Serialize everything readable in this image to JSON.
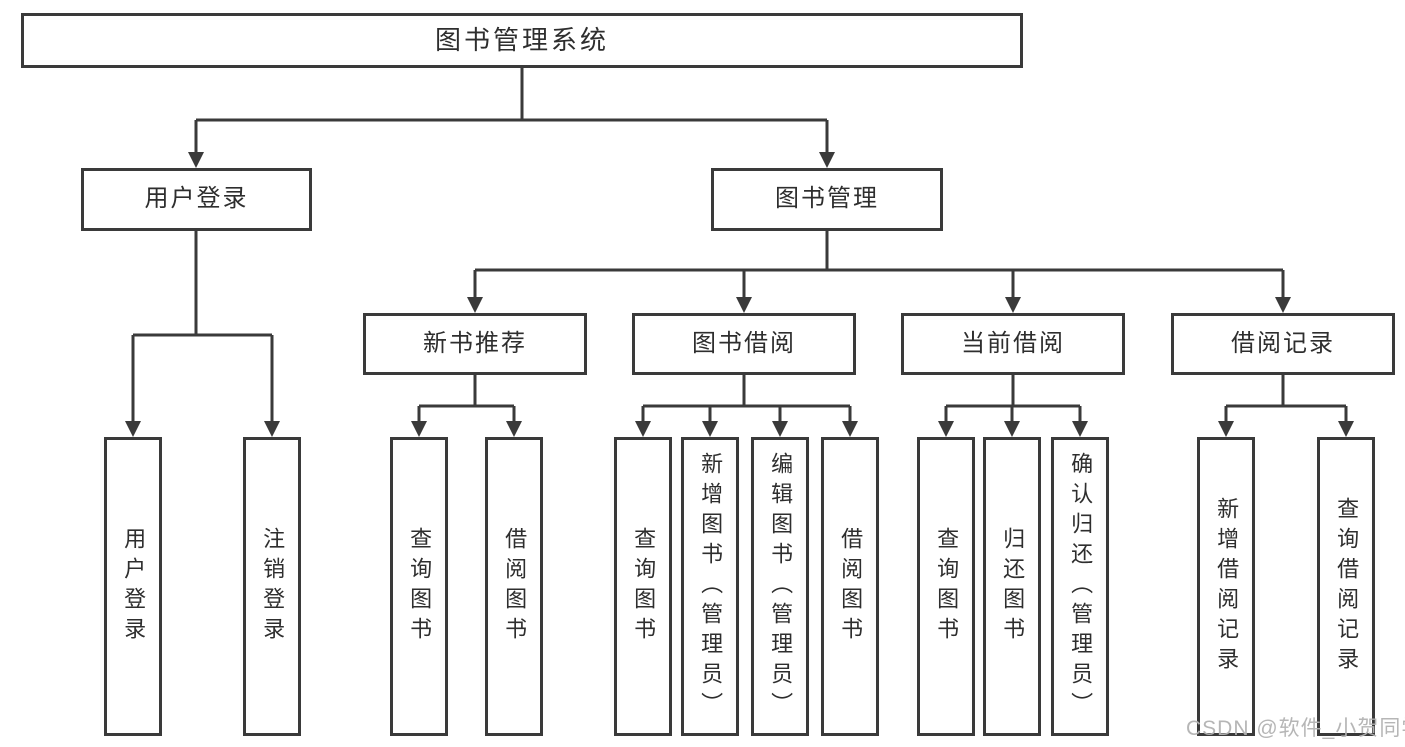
{
  "colors": {
    "line": "#3a3a3a",
    "box_border": "#3a3a3a",
    "text": "#2e2e2e",
    "background": "#ffffff",
    "watermark": "#b2b2b2"
  },
  "watermark": "CSDN @软件_小贺同学",
  "tree": {
    "root": {
      "label": "图书管理系统"
    },
    "branches": [
      {
        "label": "用户登录",
        "leaves": [
          {
            "label": "用户登录"
          },
          {
            "label": "注销登录"
          }
        ]
      },
      {
        "label": "图书管理",
        "groups": [
          {
            "label": "新书推荐",
            "leaves": [
              {
                "label": "查询图书"
              },
              {
                "label": "借阅图书"
              }
            ]
          },
          {
            "label": "图书借阅",
            "leaves": [
              {
                "label": "查询图书"
              },
              {
                "label": "新增图书（管理员）"
              },
              {
                "label": "编辑图书（管理员）"
              },
              {
                "label": "借阅图书"
              }
            ]
          },
          {
            "label": "当前借阅",
            "leaves": [
              {
                "label": "查询图书"
              },
              {
                "label": "归还图书"
              },
              {
                "label": "确认归还（管理员）"
              }
            ]
          },
          {
            "label": "借阅记录",
            "leaves": [
              {
                "label": "新增借阅记录"
              },
              {
                "label": "查询借阅记录"
              }
            ]
          }
        ]
      }
    ]
  }
}
